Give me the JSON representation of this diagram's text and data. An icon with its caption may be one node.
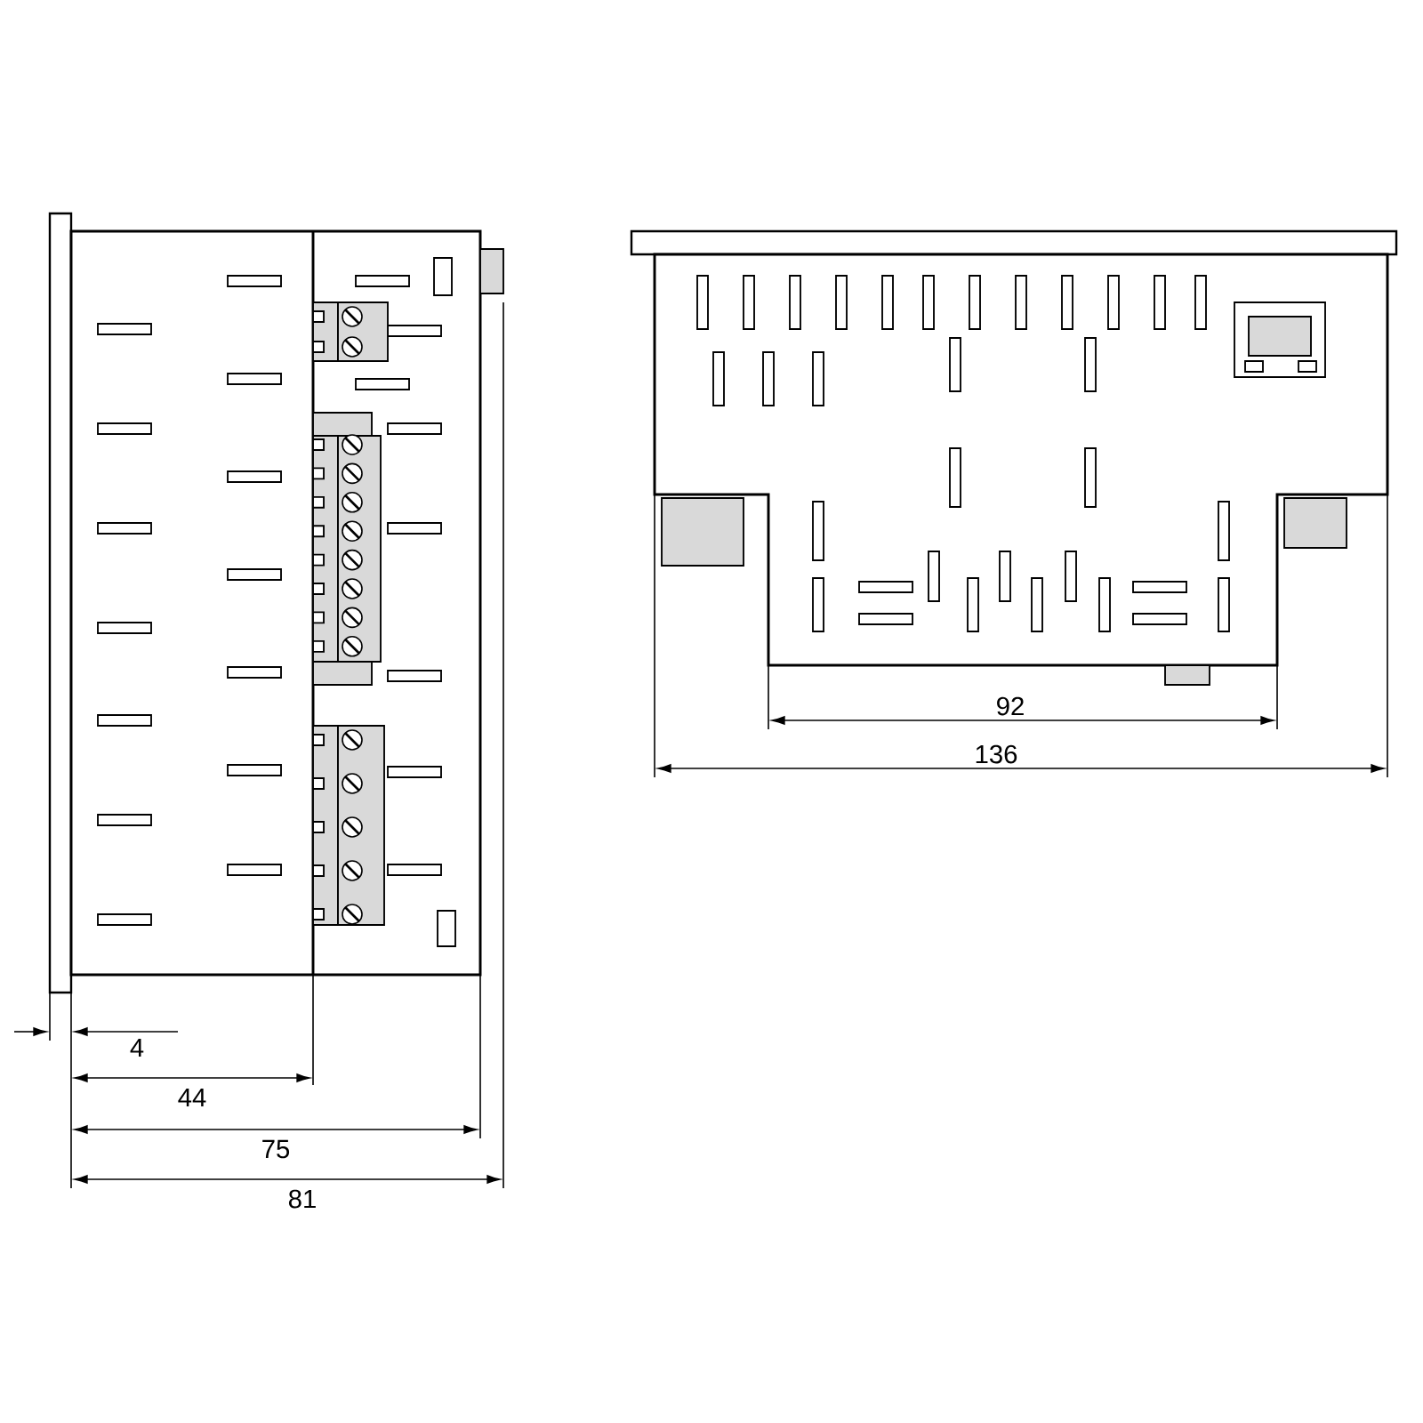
{
  "diagram": {
    "labels": [
      "4",
      "44",
      "75",
      "81",
      "92",
      "136"
    ]
  }
}
